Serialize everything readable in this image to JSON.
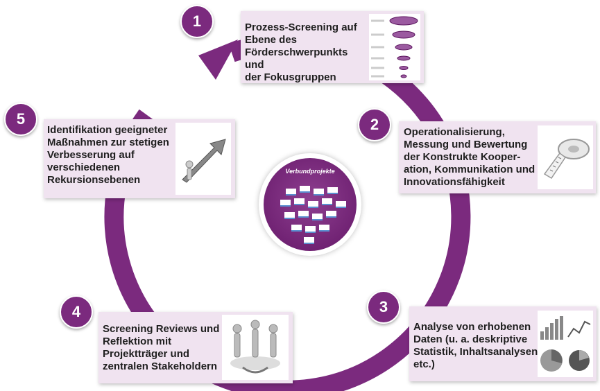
{
  "steps": [
    {
      "number": "1",
      "text": "Prozess-Screening auf\nEbene des\nFörderschwerpunkts und\nder Fokusgruppen"
    },
    {
      "number": "2",
      "text": "Operationalisierung,\nMessung und Bewertung\nder Konstrukte Kooper-\nation, Kommunikation und\nInnovationsfähigkeit"
    },
    {
      "number": "3",
      "text": "Analyse von erhobenen\nDaten (u. a. deskriptive\nStatistik, Inhaltsanalysen\netc.)"
    },
    {
      "number": "4",
      "text": "Screening Reviews und\nReflektion mit\nProjektträger und\nzentralen Stakeholdern"
    },
    {
      "number": "5",
      "text": "Identifikation geeigneter\nMaßnahmen zur stetigen\nVerbesserung auf\nverschiedenen\nRekursionsebenen"
    }
  ],
  "center": {
    "label": "Verbundprojekte"
  },
  "colors": {
    "accent": "#7b2a7e",
    "box": "#f0e3f0",
    "badge_text": "#ffffff"
  },
  "icons": {
    "step1": "funnel-levels-icon",
    "step2": "measuring-tape-icon",
    "step3": "charts-icon",
    "step4": "figures-discussion-icon",
    "step5": "growth-arrow-icon"
  }
}
